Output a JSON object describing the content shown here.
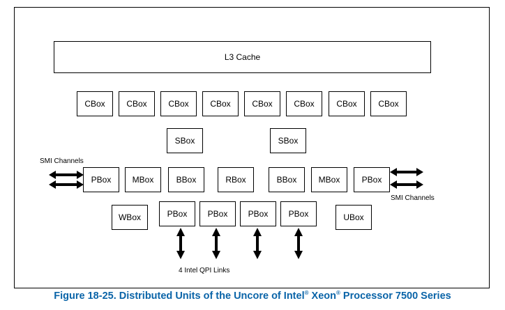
{
  "diagram": {
    "l3_cache": "L3 Cache",
    "cboxes": [
      "CBox",
      "CBox",
      "CBox",
      "CBox",
      "CBox",
      "CBox",
      "CBox",
      "CBox"
    ],
    "sboxes": [
      "SBox",
      "SBox"
    ],
    "middle_row": [
      "PBox",
      "MBox",
      "BBox",
      "RBox",
      "BBox",
      "MBox",
      "PBox"
    ],
    "wbox": "WBox",
    "qpi_pboxes": [
      "PBox",
      "PBox",
      "PBox",
      "PBox"
    ],
    "ubox": "UBox",
    "smi_left": "SMI Channels",
    "smi_right": "SMI Channels",
    "qpi_links": "4 Intel QPI Links"
  },
  "caption": {
    "prefix": "Figure 18-25.  Distributed Units of the Uncore of Intel",
    "reg1": "®",
    "middle": " Xeon",
    "reg2": "®",
    "suffix": " Processor 7500 Series",
    "color": "#0a64a8"
  }
}
